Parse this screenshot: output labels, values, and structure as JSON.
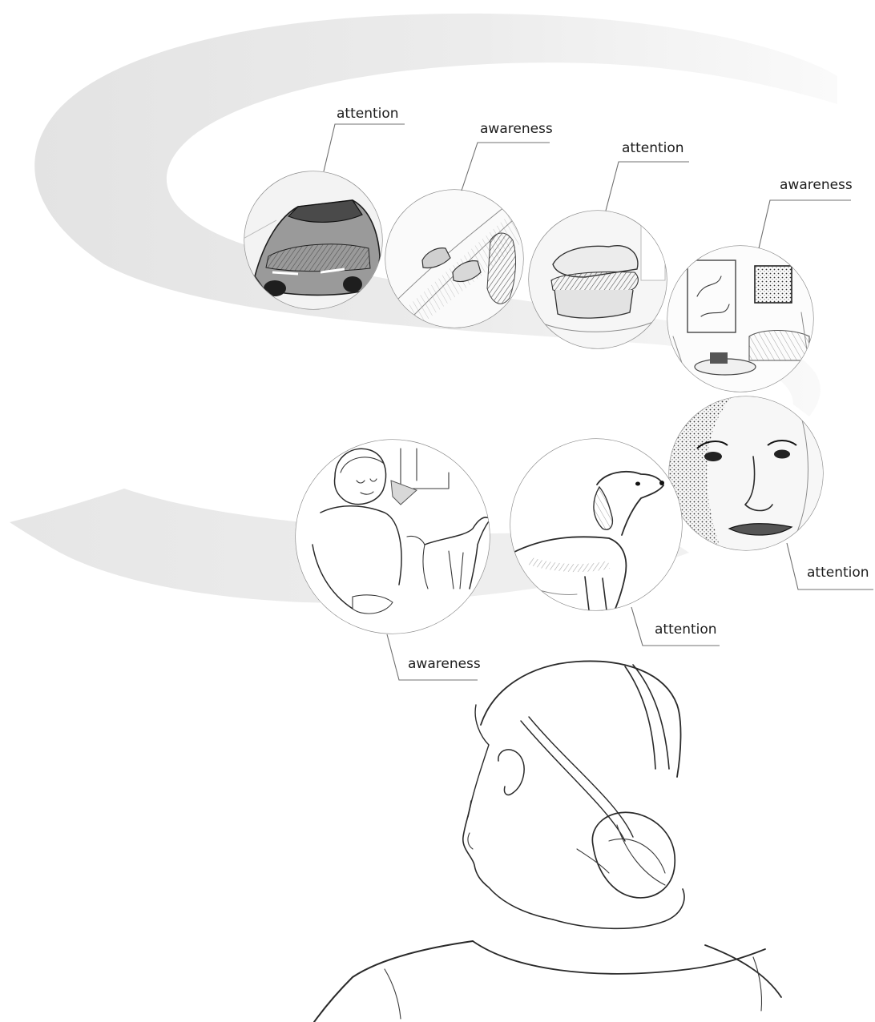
{
  "figure": {
    "background": "#ffffff",
    "ribbon_colors": [
      "#e9e9e9",
      "#f4f4f4",
      "#ffffff"
    ],
    "ink_color": "#222222"
  },
  "scenes": [
    {
      "id": "car",
      "label": "attention",
      "icon": "car-sketch"
    },
    {
      "id": "highway",
      "label": "awareness",
      "icon": "highway-traffic-sketch"
    },
    {
      "id": "sandwich",
      "label": "attention",
      "icon": "sandwich-sketch"
    },
    {
      "id": "room",
      "label": "awareness",
      "icon": "living-room-sketch"
    },
    {
      "id": "face",
      "label": "attention",
      "icon": "face-closeup-sketch"
    },
    {
      "id": "dog",
      "label": "attention",
      "icon": "dog-sketch"
    },
    {
      "id": "woman-dog",
      "label": "awareness",
      "icon": "woman-and-dog-sketch"
    }
  ],
  "viewer": {
    "icon": "person-back-view-sketch"
  }
}
